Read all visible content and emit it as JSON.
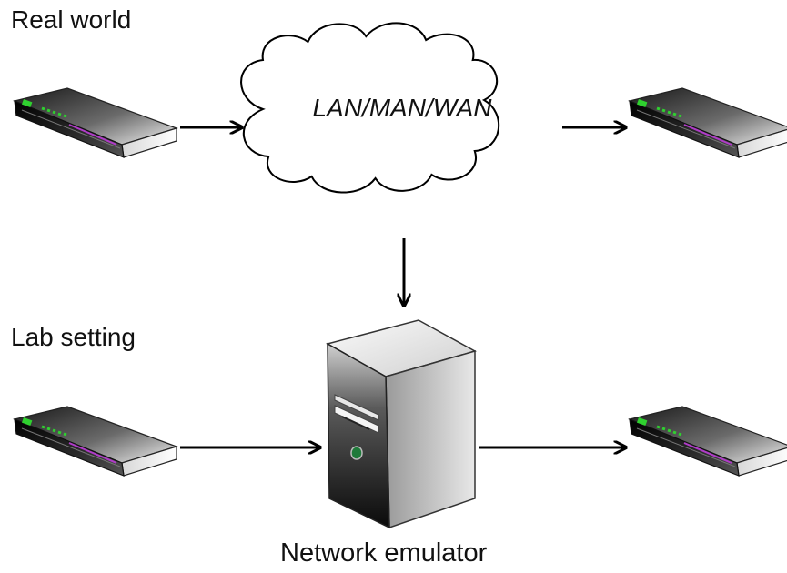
{
  "labels": {
    "real_world": "Real world",
    "lab_setting": "Lab setting",
    "network": "LAN/MAN/WAN",
    "emulator": "Network emulator"
  },
  "icons": {
    "endpoint": "router-icon",
    "cloud": "cloud-icon",
    "emulator": "server-tower-icon"
  },
  "colors": {
    "line": "#000000",
    "device_dark": "#2a2a2a",
    "device_light": "#e6e6e6",
    "led_green": "#2fd12f",
    "stripe_purple": "#b03cc8"
  }
}
